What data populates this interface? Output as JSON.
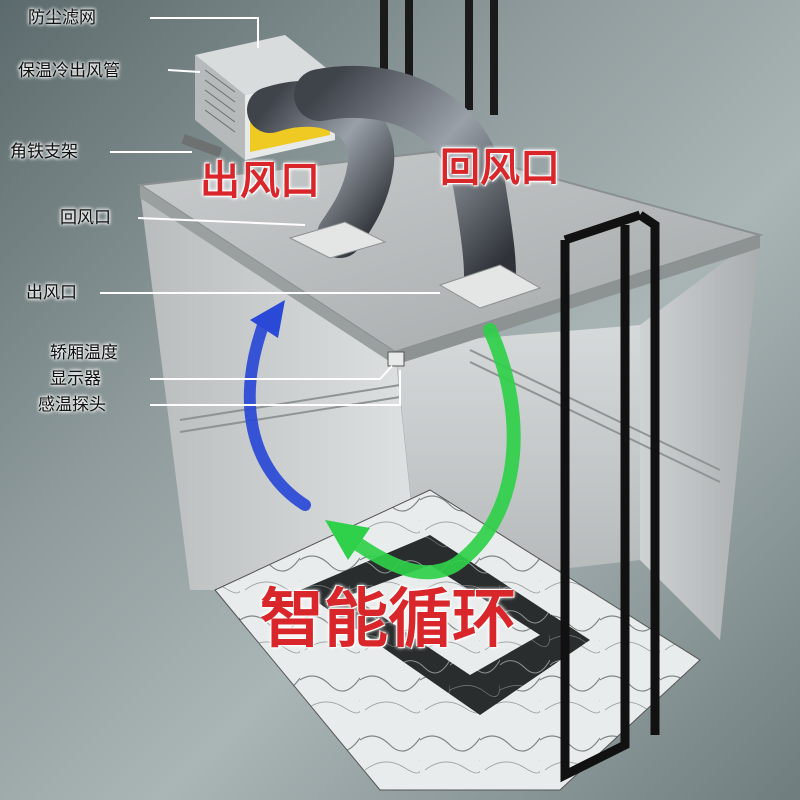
{
  "labels": {
    "dust_filter": "防尘滤网",
    "insulated_duct": "保温冷出风管",
    "angle_bracket": "角铁支架",
    "return_vent_left": "回风口",
    "outlet_left": "出风口",
    "car_temp": "轿厢温度",
    "display": "显示器",
    "sensor": "感温探头"
  },
  "callouts": {
    "outlet_red": "出风口",
    "return_red": "回风口",
    "smart_cycle": "智能循环"
  },
  "colors": {
    "callout_red": "#d9262b",
    "arrow_green": "#2fd04a",
    "arrow_blue": "#2a49d6",
    "hazard_yellow": "#f0c400"
  }
}
